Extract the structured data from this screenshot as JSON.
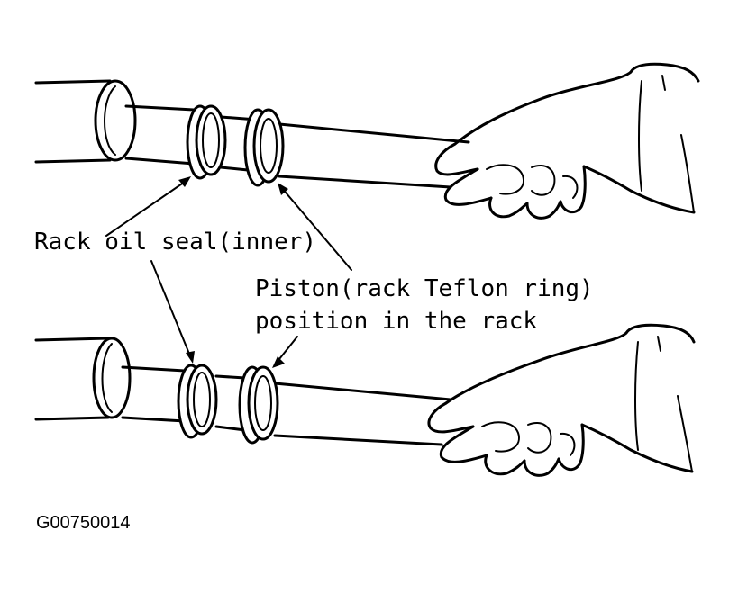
{
  "labels": {
    "rack_oil_seal": "Rack oil seal(inner)",
    "piston_line1": "Piston(rack Teflon ring)",
    "piston_line2": "position in the rack",
    "figure_code": "G00750014"
  },
  "colors": {
    "ink": "#000000",
    "background": "#ffffff"
  }
}
